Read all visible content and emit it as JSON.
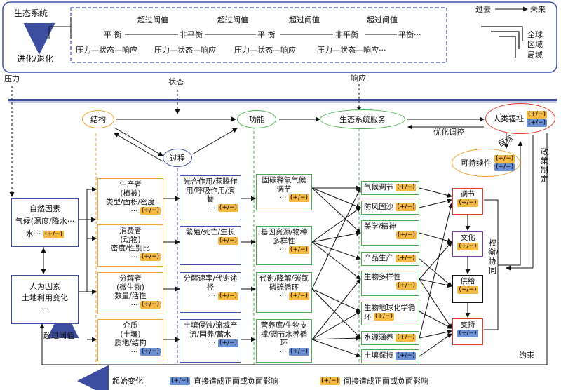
{
  "top_panel": {
    "eco_system": "生态系统",
    "evolve": "进化/退化",
    "threshold": "超过阈值",
    "balance": "平 衡",
    "nonbalance": "非平衡",
    "balance_dots": "平衡···",
    "psr": "压力—状态—响应",
    "psr_dots": "压力—状态—响应···",
    "past": "过去",
    "future": "未来",
    "global": "全球",
    "regional": "区域",
    "local": "局域"
  },
  "axis": {
    "pressure": "压力",
    "state": "状态",
    "response": "响应"
  },
  "ovals": {
    "structure": "结构",
    "process": "过程",
    "function": "功能",
    "service": "生态系统服务",
    "welfare": "人类福祉",
    "sustain": "可持续性"
  },
  "badges": {
    "pm": "(+/−)"
  },
  "left": {
    "natural": "自然因素",
    "natural_sub": "气候(温度/降水···",
    "natural_end": "水···",
    "human": "人为因素",
    "human_sub": "土地利用变化",
    "dots": "···",
    "threshold": "超过阈值"
  },
  "structure": [
    {
      "l1": "生产者",
      "l2": "(植被)",
      "l3": "类型/面积/密度"
    },
    {
      "l1": "消费者",
      "l2": "(动物)",
      "l3": "密度/性别比"
    },
    {
      "l1": "分解者",
      "l2": "(微生物)",
      "l3": "数量/活性"
    },
    {
      "l1": "介质",
      "l2": "(土壤)",
      "l3": "质地/结构"
    }
  ],
  "process": [
    "光合作用/蒸腾作用/呼吸作用/演替",
    "繁殖/死亡/生长",
    "分解速率/代谢途径",
    "土壤侵蚀/流域产流/固养/蓄水"
  ],
  "function": [
    "固碳释氧气候调节",
    "基因资源/物种多样性",
    "代谢/降解/碳氮磷硫循环",
    "营养库/生物支撑/调节水养循环"
  ],
  "services": [
    "气候调节",
    "防风固沙",
    "美学/精神",
    "产品生产",
    "生物多样性",
    "生物地球化学循环",
    "水源涵养",
    "土壤保持"
  ],
  "welfare_items": [
    "调节",
    "文化",
    "供给",
    "支持"
  ],
  "labels": {
    "optimize": "优化调控",
    "target": "目标",
    "policy": "政策制定",
    "tradeoff": "权衡/协同",
    "constraint": "约束"
  },
  "legend": {
    "start": "起始变化",
    "direct": "直接造成正面或负面影响",
    "indirect": "间接造成正面或负面影响"
  }
}
